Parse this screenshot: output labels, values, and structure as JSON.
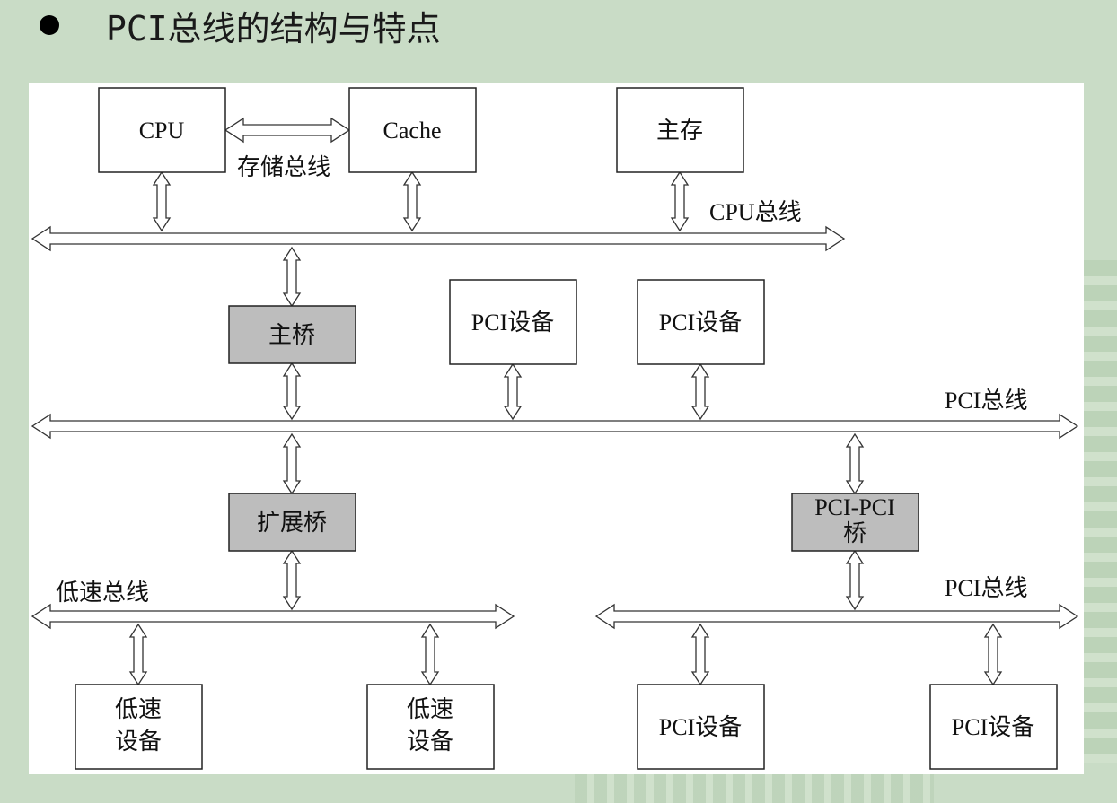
{
  "title": "PCI总线的结构与特点",
  "diagram": {
    "boxes": {
      "cpu": "CPU",
      "cache": "Cache",
      "main_memory": "主存",
      "host_bridge": "主桥",
      "pci_device_1": "PCI设备",
      "pci_device_2": "PCI设备",
      "expansion_bridge": "扩展桥",
      "pci_pci_bridge_line1": "PCI-PCI",
      "pci_pci_bridge_line2": "桥",
      "low_speed_device_1_line1": "低速",
      "low_speed_device_1_line2": "设备",
      "low_speed_device_2_line1": "低速",
      "low_speed_device_2_line2": "设备",
      "pci_device_3": "PCI设备",
      "pci_device_4": "PCI设备"
    },
    "buses": {
      "memory_bus": "存储总线",
      "cpu_bus": "CPU总线",
      "pci_bus": "PCI总线",
      "low_speed_bus": "低速总线",
      "secondary_pci_bus": "PCI总线"
    }
  }
}
